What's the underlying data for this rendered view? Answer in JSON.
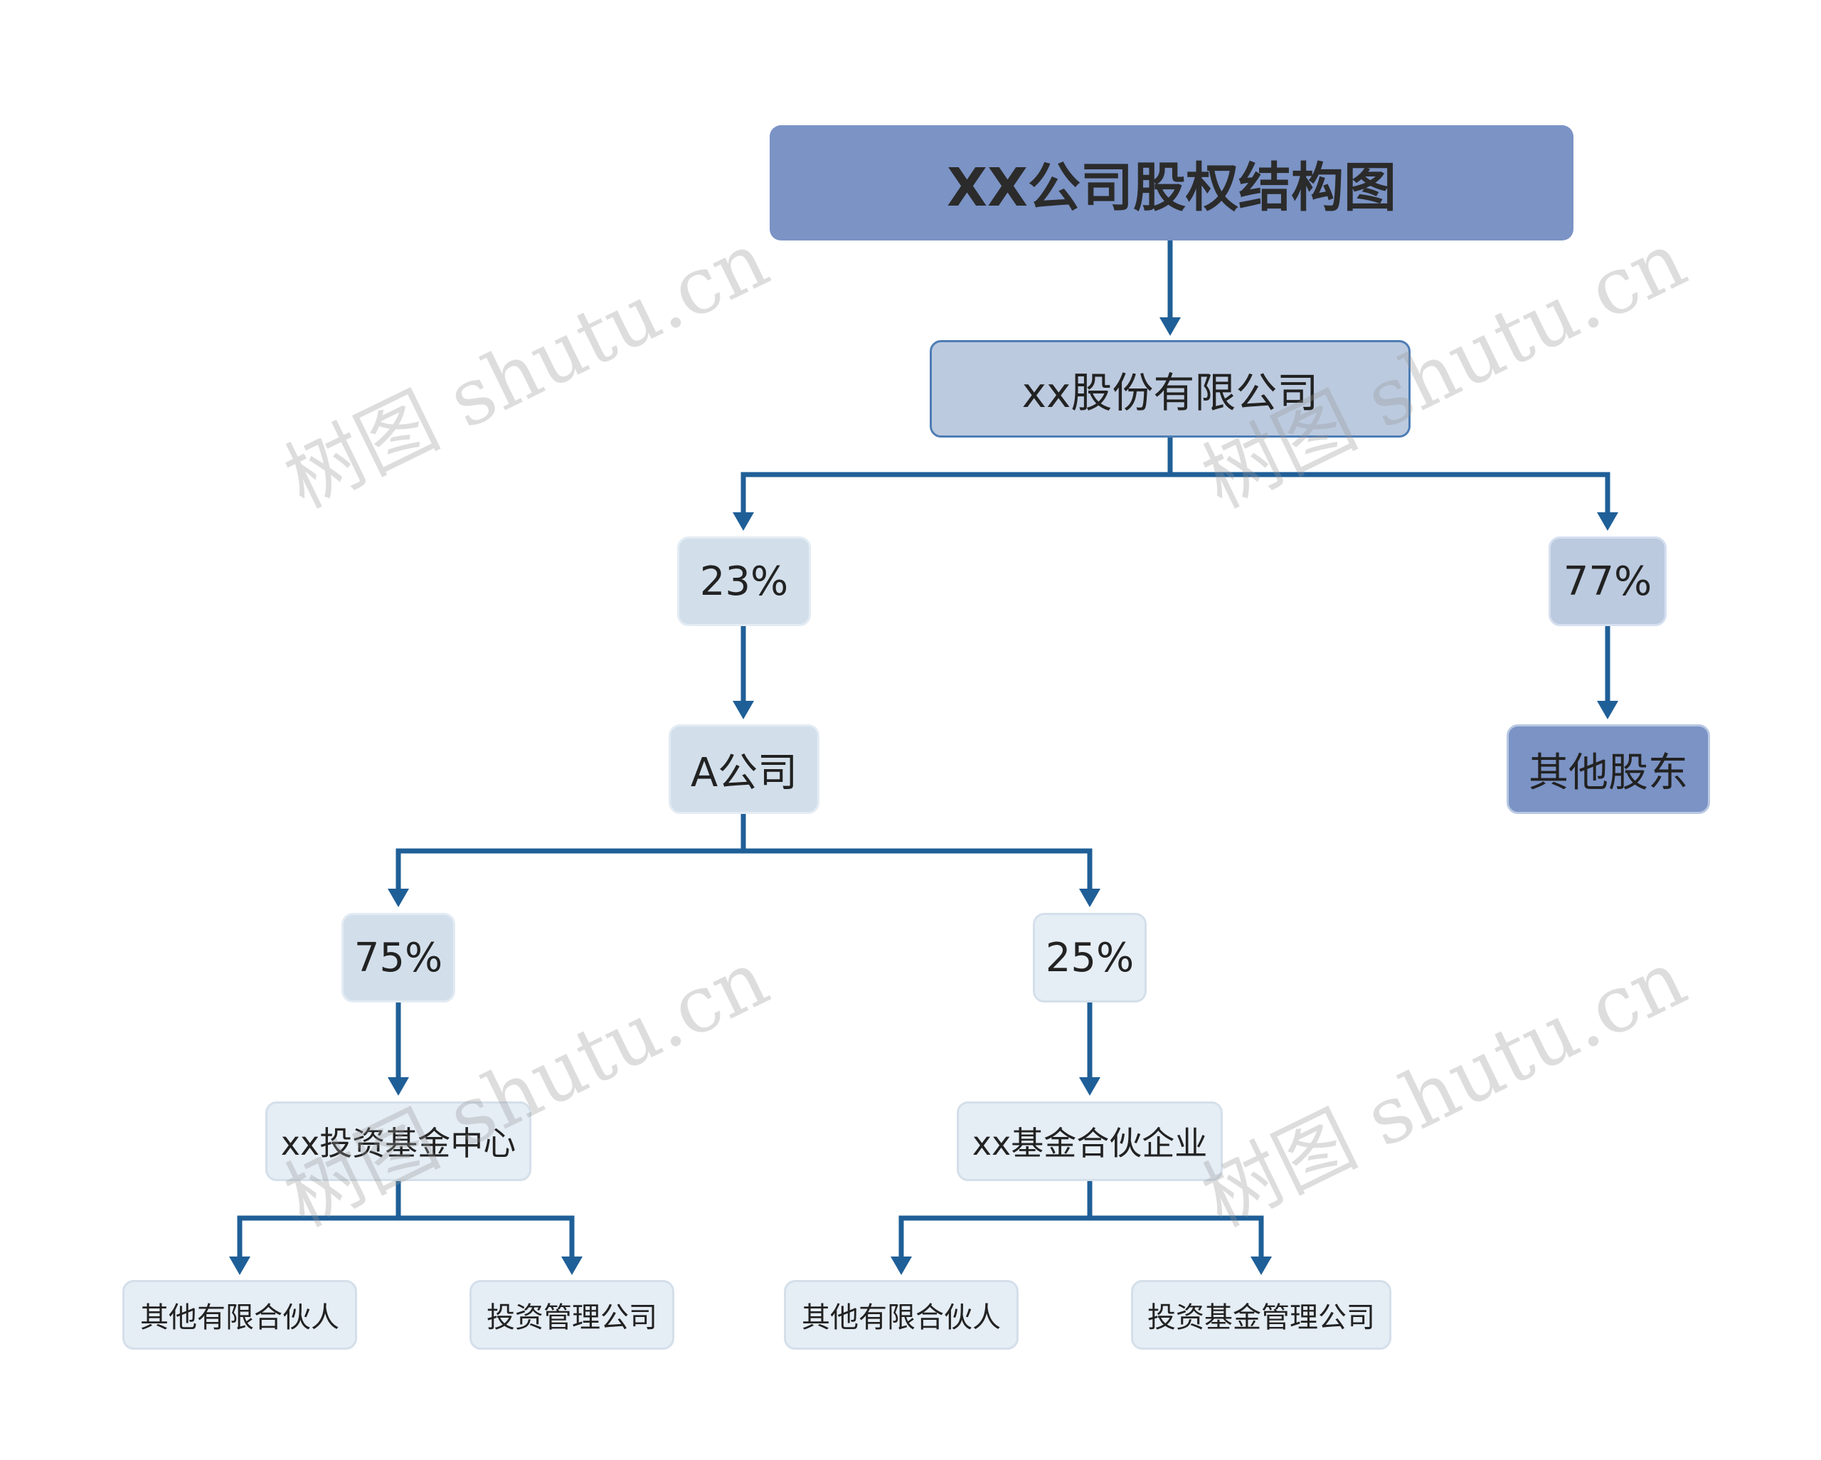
{
  "title": "XX公司股权结构图",
  "root": "xx股份有限公司",
  "left_branch": {
    "percent": "23%",
    "company": "A公司",
    "children": [
      {
        "percent": "75%",
        "entity": "xx投资基金中心",
        "partners": [
          "其他有限合伙人",
          "投资管理公司"
        ]
      },
      {
        "percent": "25%",
        "entity": "xx基金合伙企业",
        "partners": [
          "其他有限合伙人",
          "投资基金管理公司"
        ]
      }
    ]
  },
  "right_branch": {
    "percent": "77%",
    "holder": "其他股东"
  },
  "watermark": "树图 shutu.cn",
  "colors": {
    "connector": "#1f5f97",
    "title_fill": "#7b93c5",
    "root_fill": "#bccadf",
    "light_fill": "#e5edf5"
  }
}
